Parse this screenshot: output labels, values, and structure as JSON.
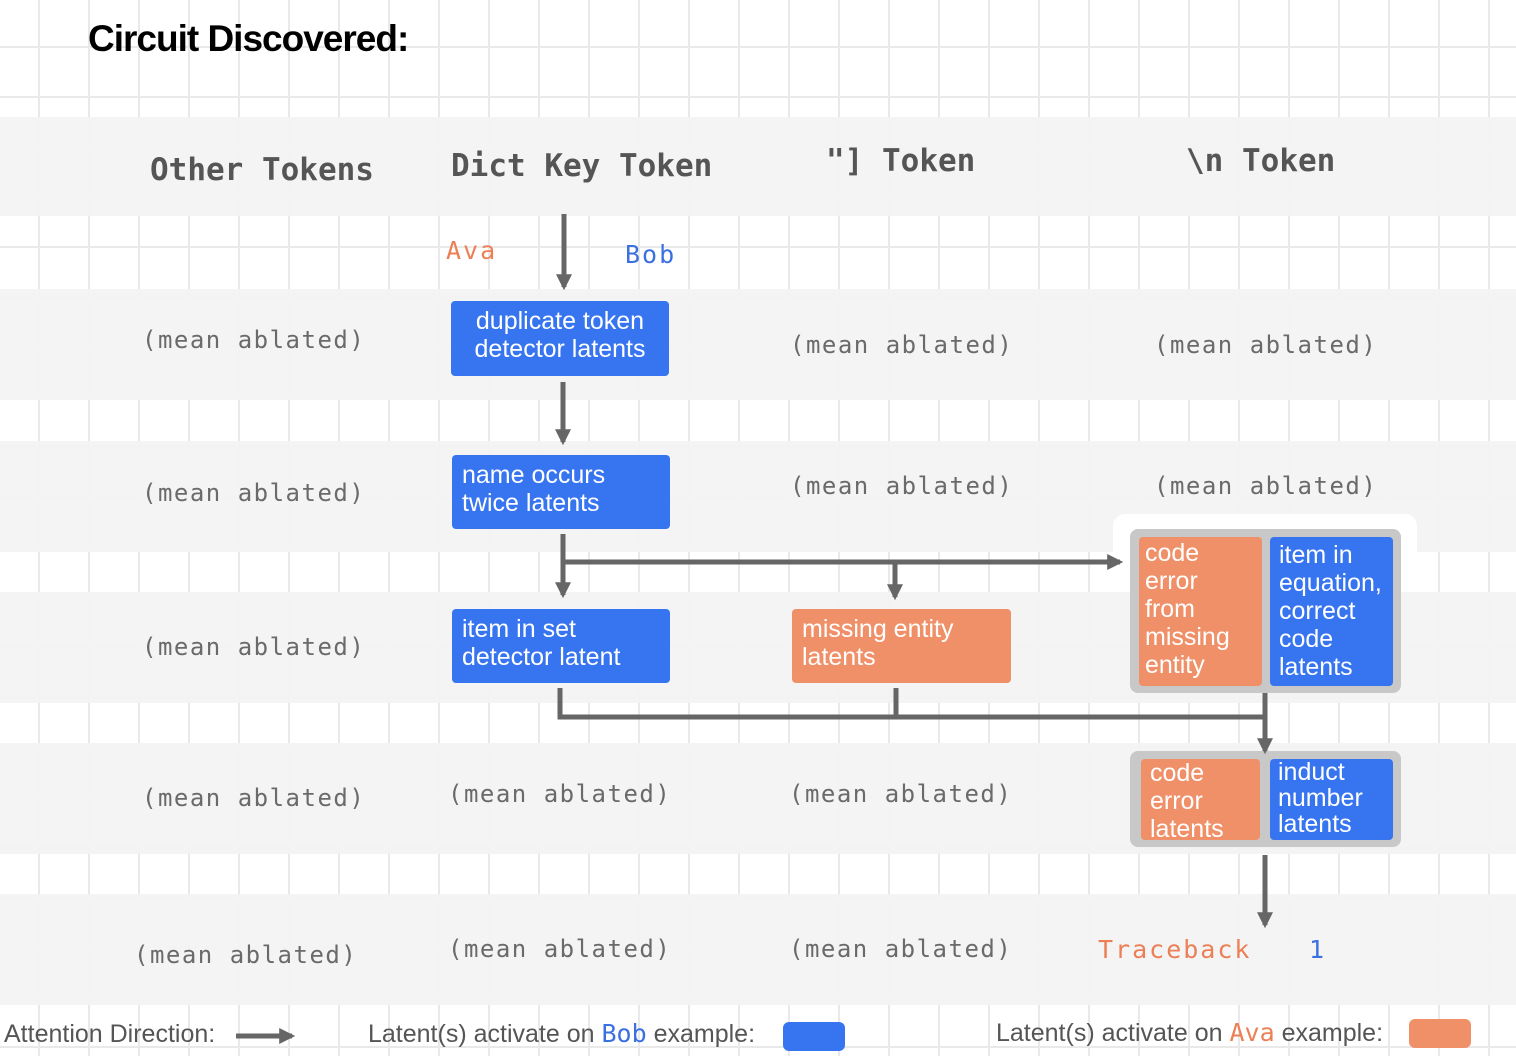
{
  "title": "Circuit Discovered:",
  "columns": [
    "Other Tokens",
    "Dict Key Token",
    "\"] Token",
    "\\n Token"
  ],
  "ablated_text": "(mean ablated)",
  "input_tokens": {
    "ava": "Ava",
    "bob": "Bob"
  },
  "nodes": {
    "duplicate_token": "duplicate token\ndetector latents",
    "name_occurs_twice": "name occurs\ntwice latents",
    "item_in_set": "item in set\ndetector latent",
    "missing_entity": "missing entity\nlatents",
    "code_error_missing": "code\nerror\nfrom\nmissing\nentity",
    "item_in_equation": "item in\nequation,\ncorrect\ncode\nlatents",
    "code_error": "code\nerror\nlatents",
    "induct_number": "induct\nnumber\nlatents"
  },
  "outputs": {
    "ava": "Traceback",
    "bob": "1"
  },
  "legend": {
    "attention_direction": "Attention Direction:",
    "bob_prefix": "Latent(s) activate on ",
    "bob_token": "Bob",
    "bob_suffix": " example:",
    "ava_prefix": "Latent(s) activate on ",
    "ava_token": "Ava",
    "ava_suffix": " example:"
  },
  "colors": {
    "bob": "#3775f0",
    "ava": "#ef9068",
    "arrow": "#666666",
    "ava_text": "#ec7f55",
    "bob_text": "#3b70e0"
  }
}
